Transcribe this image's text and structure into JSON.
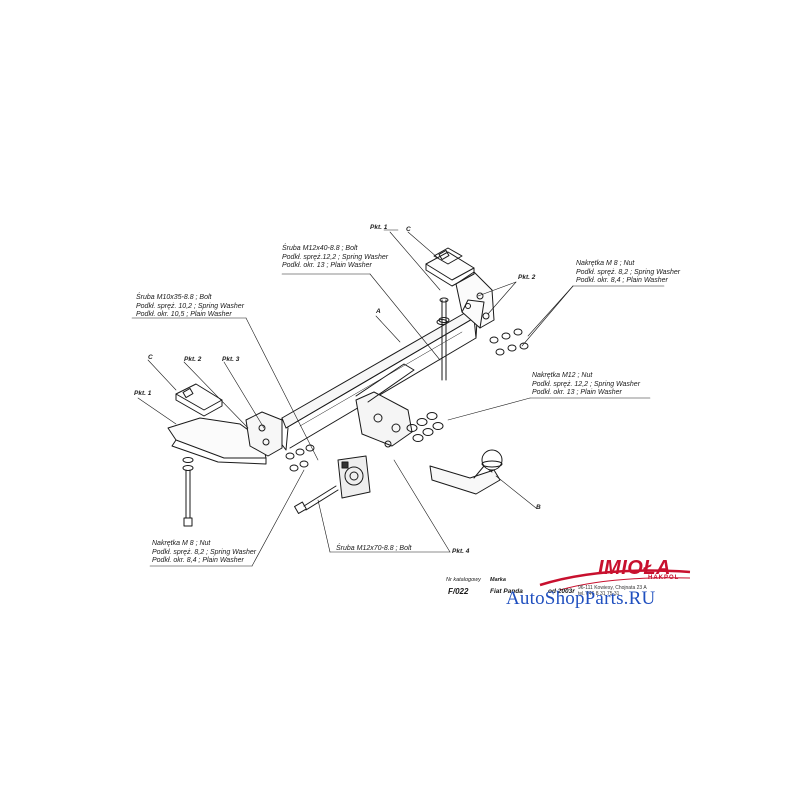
{
  "labels": {
    "pkt1_top": "Pkt. 1",
    "c_top": "C",
    "pkt2_right": "Pkt. 2",
    "pkt1_left": "Pkt. 1",
    "c_left": "C",
    "pkt2_left": "Pkt. 2",
    "pkt3": "Pkt. 3",
    "pkt4": "Pkt. 4",
    "a": "A",
    "b": "B"
  },
  "callouts": {
    "bolt_m12x40": [
      "Śruba M12x40-8.8 ;  Bolt",
      "Podkł. spręż.12,2 ; Spring Washer",
      "Podkł. okr. 13 ; Plain Washer"
    ],
    "bolt_m10x35": [
      "Śruba M10x35-8.8 ;  Bolt",
      "Podkł. spręż. 10,2 ; Spring Washer",
      "Podkł. okr. 10,5 ; Plain Washer"
    ],
    "nut_m8_right": [
      "Nakrętka  M 8 ; Nut",
      "Podkł. spręż. 8,2 ; Spring Washer",
      "Podkł. okr. 8,4 ; Plain Washer"
    ],
    "nut_m12": [
      "Nakrętka  M12 ; Nut",
      "Podkł. spręż. 12,2 ; Spring Washer",
      "Podkł. okr. 13 ; Plain Washer"
    ],
    "nut_m8_left": [
      "Nakrętka  M 8 ; Nut",
      "Podkł. spręż. 8,2 ; Spring Washer",
      "Podkł. okr. 8,4 ; Plain Washer"
    ],
    "bolt_m12x70": "Śruba M12x70-8.8 ;  Bolt"
  },
  "info": {
    "catalog_label": "Nr katalogowy",
    "catalog_value": "F/022",
    "brand_label": "Marka",
    "brand_value": "Fiat Panda",
    "year_value": "od 2003r"
  },
  "logo": {
    "name": "IMIOŁA",
    "sub": "HAKPOL",
    "address_line1": "96-111 Kowiesy, Chojnata 23 A",
    "address_line2": "tel. 046 8 31 75 31",
    "color": "#c8102e"
  },
  "watermark": {
    "text": "AutoShopParts.RU",
    "color": "#1f4fbf"
  }
}
